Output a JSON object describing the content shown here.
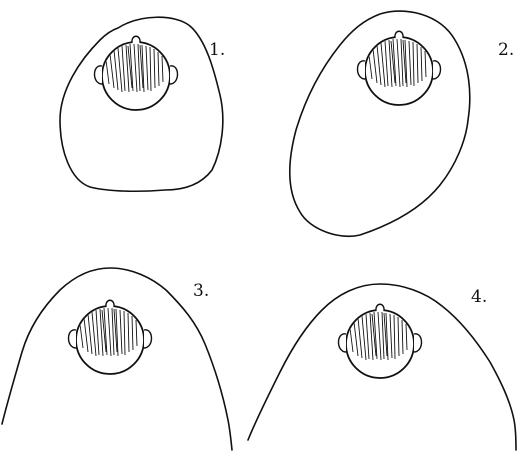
{
  "figure": {
    "panels": [
      {
        "id": "p1",
        "label": "1."
      },
      {
        "id": "p2",
        "label": "2."
      },
      {
        "id": "p3",
        "label": "3."
      },
      {
        "id": "p4",
        "label": "4."
      }
    ]
  }
}
